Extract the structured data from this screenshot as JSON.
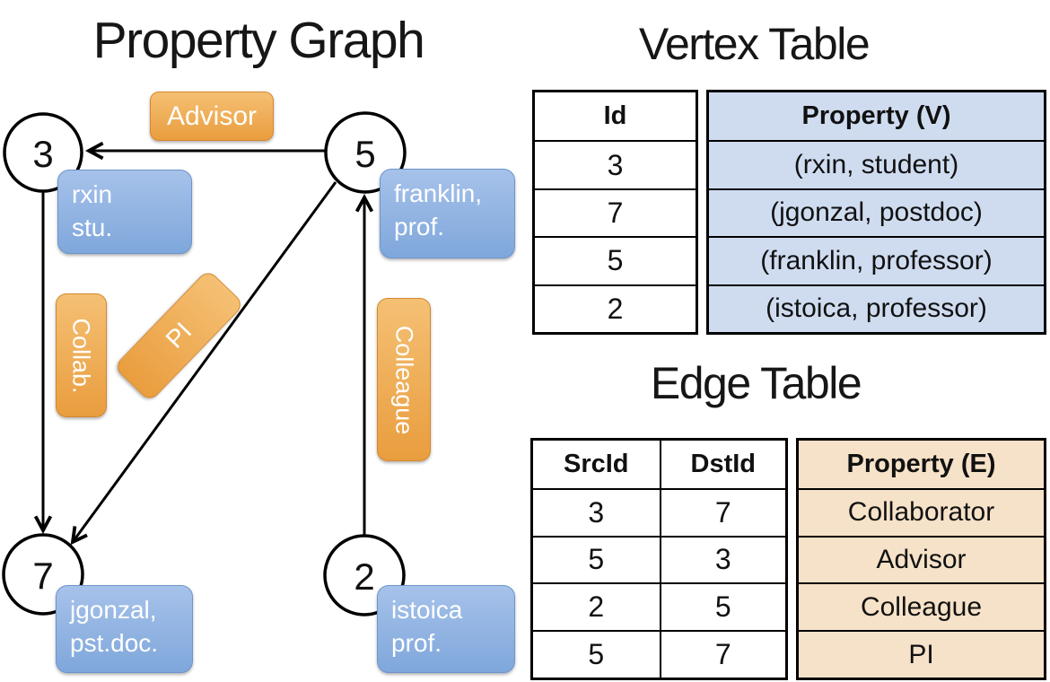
{
  "graph": {
    "title": "Property Graph",
    "nodes": [
      {
        "id": "3",
        "label_line1": "rxin",
        "label_line2": "stu."
      },
      {
        "id": "5",
        "label_line1": "franklin,",
        "label_line2": "prof."
      },
      {
        "id": "7",
        "label_line1": "jgonzal,",
        "label_line2": "pst.doc."
      },
      {
        "id": "2",
        "label_line1": "istoica",
        "label_line2": "prof."
      }
    ],
    "edges": [
      {
        "label": "Advisor",
        "src": "5",
        "dst": "3"
      },
      {
        "label": "Collab.",
        "src": "3",
        "dst": "7"
      },
      {
        "label": "PI",
        "src": "5",
        "dst": "7"
      },
      {
        "label": "Colleague",
        "src": "2",
        "dst": "5"
      }
    ]
  },
  "vertex_table": {
    "title": "Vertex Table",
    "headers": {
      "id": "Id",
      "property": "Property (V)"
    },
    "rows": [
      {
        "id": "3",
        "property": "(rxin, student)"
      },
      {
        "id": "7",
        "property": "(jgonzal, postdoc)"
      },
      {
        "id": "5",
        "property": "(franklin, professor)"
      },
      {
        "id": "2",
        "property": "(istoica, professor)"
      }
    ]
  },
  "edge_table": {
    "title": "Edge Table",
    "headers": {
      "src": "SrcId",
      "dst": "DstId",
      "property": "Property (E)"
    },
    "rows": [
      {
        "src": "3",
        "dst": "7",
        "property": "Collaborator"
      },
      {
        "src": "5",
        "dst": "3",
        "property": "Advisor"
      },
      {
        "src": "2",
        "dst": "5",
        "property": "Colleague"
      },
      {
        "src": "5",
        "dst": "7",
        "property": "PI"
      }
    ]
  },
  "colors": {
    "orange_light": "#f5c074",
    "orange_dark": "#e99d3e",
    "orange_border": "#d4882e",
    "blue_light": "#a6c2ea",
    "blue_dark": "#7fa7db",
    "blue_border": "#6e94cc",
    "vertex_cell_bg": "#cfdcf0",
    "edge_cell_bg": "#f6e2c8",
    "table_border": "#000000",
    "text_white": "#ffffff"
  }
}
